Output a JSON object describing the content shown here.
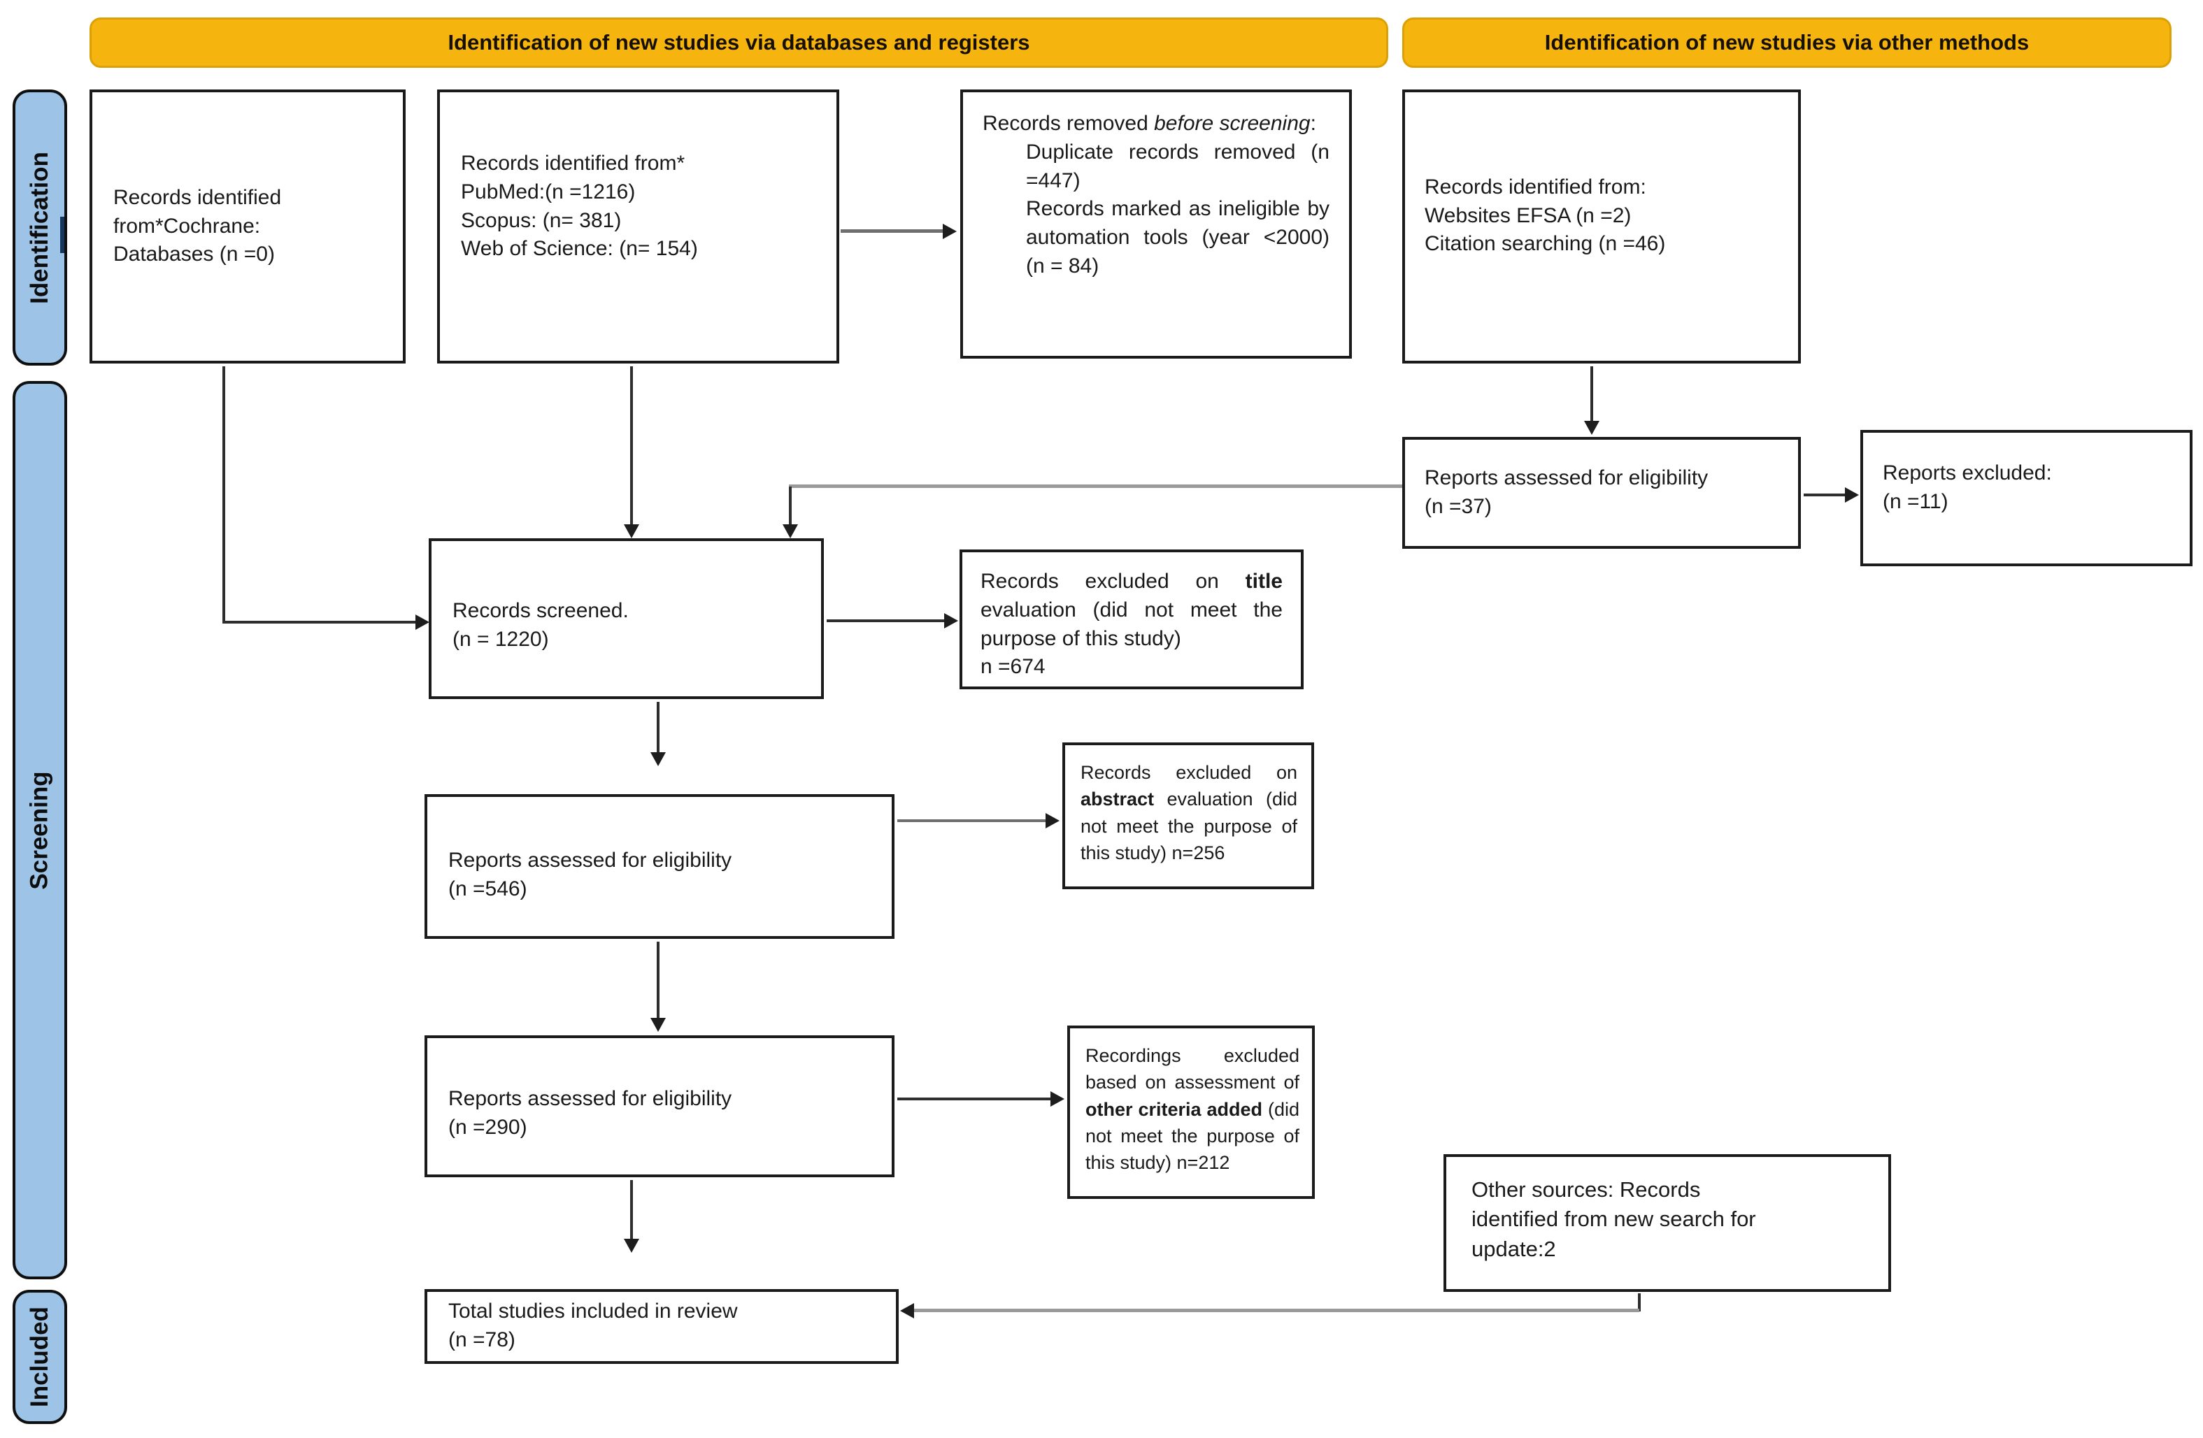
{
  "colors": {
    "header_bg": "#F6B40E",
    "sidebar_bg": "#9DC3E6",
    "box_border": "#1B1B1B",
    "connector_dark": "#2E2E2E",
    "connector_gray": "#9A9A9A"
  },
  "headers": {
    "databases": "Identification of new studies via databases and registers",
    "other_methods": "Identification of new studies via other methods"
  },
  "sidebar": {
    "identification": "Identification",
    "screening": "Screening",
    "included": "Included"
  },
  "boxes": {
    "cochrane": {
      "l1": "Records identified",
      "l2": "from*Cochrane:",
      "l3": "Databases (n =0)"
    },
    "pubmed": {
      "l1": "Records identified from*",
      "l2": "PubMed:(n =1216)",
      "l3": "Scopus: (n= 381)",
      "l4": "Web of Science: (n= 154)"
    },
    "removed_before_screening": {
      "lead": "Records removed ",
      "lead_italic": "before screening",
      "lead_suffix": ":",
      "item1": "Duplicate records removed (n =447)",
      "item2": "Records marked as ineligible by automation tools (year <2000) (n = 84)"
    },
    "other_identified": {
      "l1": "Records identified from:",
      "l2": "Websites EFSA (n =2)",
      "l3": "Citation searching (n =46)"
    },
    "assessed_37": {
      "l1": "Reports assessed for eligibility",
      "l2": "(n =37)"
    },
    "reports_excluded_11": {
      "l1": "Reports excluded:",
      "l2": "(n =11)"
    },
    "records_screened": {
      "l1": "Records screened.",
      "l2": "(n = 1220)"
    },
    "excluded_title": {
      "pre": "Records excluded on ",
      "bold": "title",
      "post": " evaluation (did not meet the purpose of this study)",
      "count": "n =674"
    },
    "assessed_546": {
      "l1": "Reports assessed for eligibility",
      "l2": "(n =546)"
    },
    "excluded_abstract": {
      "pre": "Records excluded on ",
      "bold": "abstract",
      "post": " evaluation (did not meet the purpose of this study) n=256"
    },
    "assessed_290": {
      "l1": "Reports assessed for eligibility",
      "l2": "(n =290)"
    },
    "excluded_criteria": {
      "pre": "Recordings excluded based on assessment of ",
      "bold": "other criteria added",
      "post": " (did not meet the purpose of this study) n=212"
    },
    "total_included": {
      "l1": "Total studies included in review",
      "l2": "(n =78)"
    },
    "other_sources": {
      "l1": "Other sources: Records",
      "l2": "identified from new search for",
      "l3": "update:2"
    }
  }
}
